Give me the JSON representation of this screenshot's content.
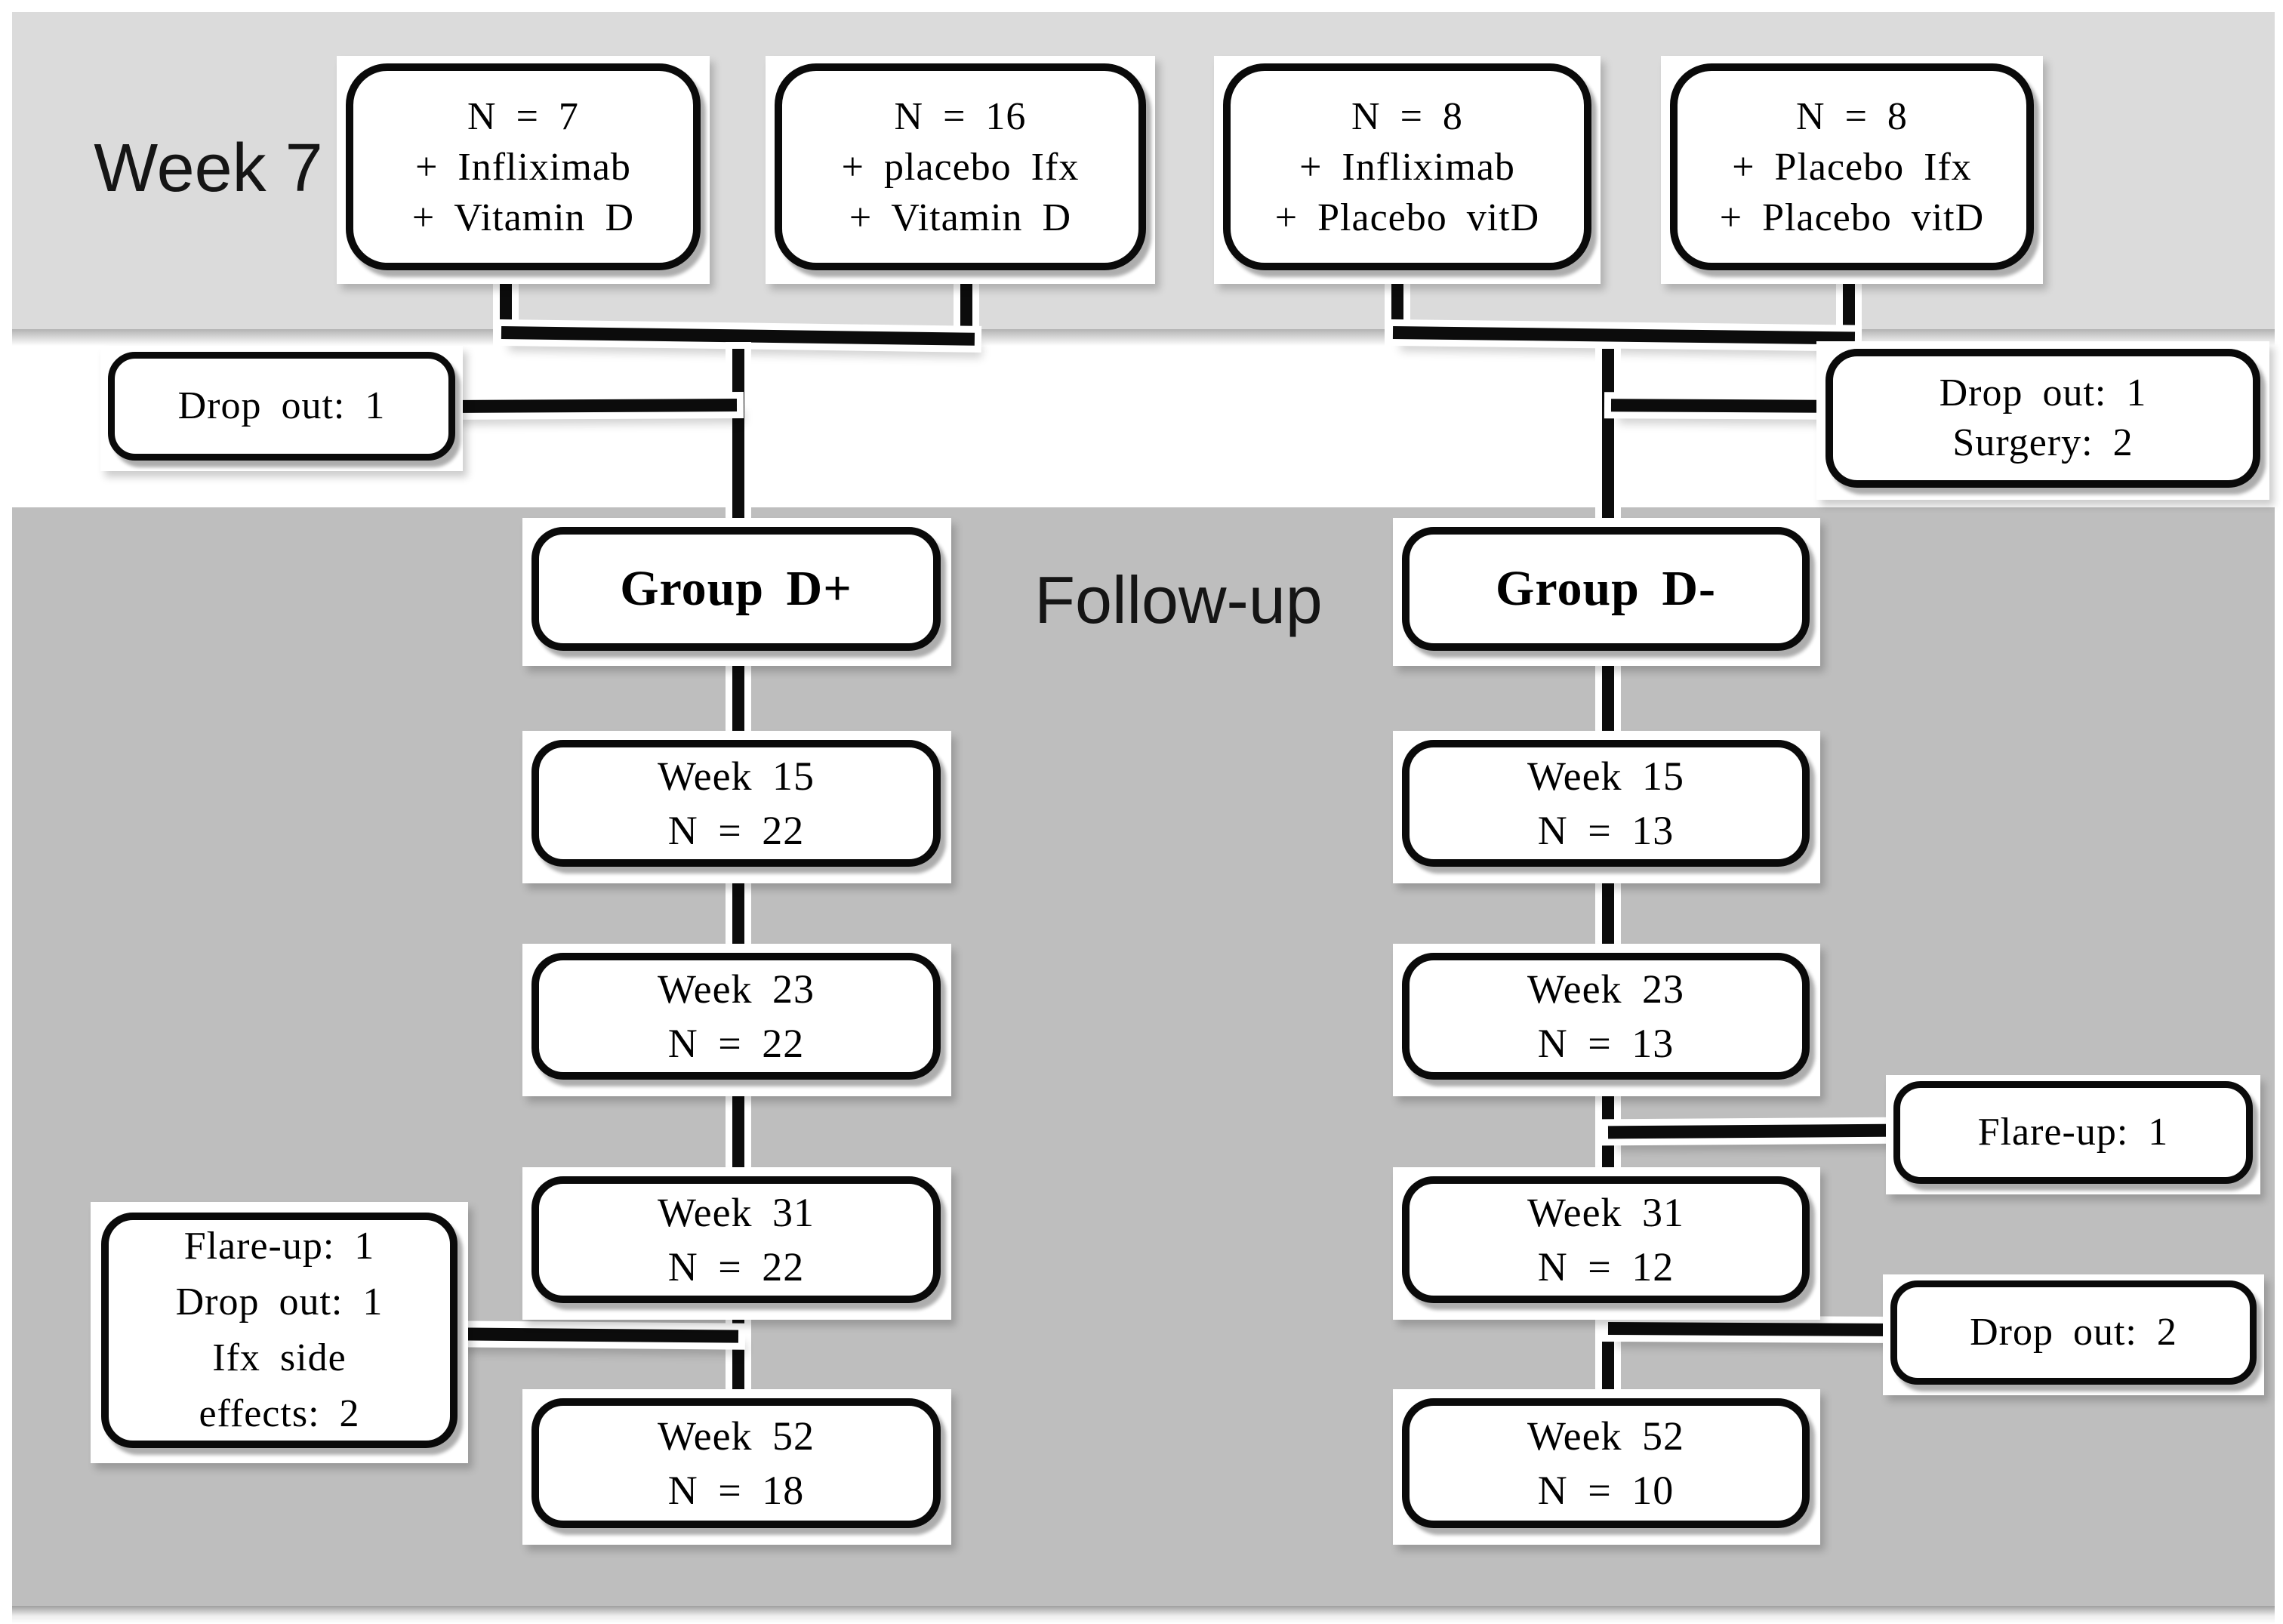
{
  "labels": {
    "week7": "Week 7",
    "followup": "Follow-up"
  },
  "colors": {
    "top_band": "#dbdbdb",
    "bottom_band": "#bebebe",
    "box_border": "#0a0a0a",
    "box_fill": "#ffffff",
    "connector": "#0c0c0c"
  },
  "arms": [
    {
      "lines": [
        "N = 7",
        "+ Infliximab",
        "+ Vitamin D"
      ]
    },
    {
      "lines": [
        "N = 16",
        "+ placebo Ifx",
        "+ Vitamin D"
      ]
    },
    {
      "lines": [
        "N = 8",
        "+ Infliximab",
        "+ Placebo vitD"
      ]
    },
    {
      "lines": [
        "N = 8",
        "+ Placebo Ifx",
        "+ Placebo vitD"
      ]
    }
  ],
  "attrition_week7": {
    "left": {
      "lines": [
        "Drop out: 1"
      ]
    },
    "right": {
      "lines": [
        "Drop out: 1",
        "Surgery: 2"
      ]
    }
  },
  "left_column": {
    "group_label": "Group D+",
    "weeks": [
      {
        "week": "Week 15",
        "n": "N = 22"
      },
      {
        "week": "Week 23",
        "n": "N = 22"
      },
      {
        "week": "Week 31",
        "n": "N = 22"
      },
      {
        "week": "Week 52",
        "n": "N = 18"
      }
    ],
    "side_box": {
      "lines": [
        "Flare-up: 1",
        "Drop out: 1",
        "Ifx side",
        "effects: 2"
      ]
    }
  },
  "right_column": {
    "group_label": "Group D-",
    "weeks": [
      {
        "week": "Week 15",
        "n": "N = 13"
      },
      {
        "week": "Week 23",
        "n": "N = 13"
      },
      {
        "week": "Week 31",
        "n": "N = 12"
      },
      {
        "week": "Week 52",
        "n": "N = 10"
      }
    ],
    "side_boxes": [
      {
        "lines": [
          "Flare-up: 1"
        ]
      },
      {
        "lines": [
          "Drop out: 2"
        ]
      }
    ]
  }
}
